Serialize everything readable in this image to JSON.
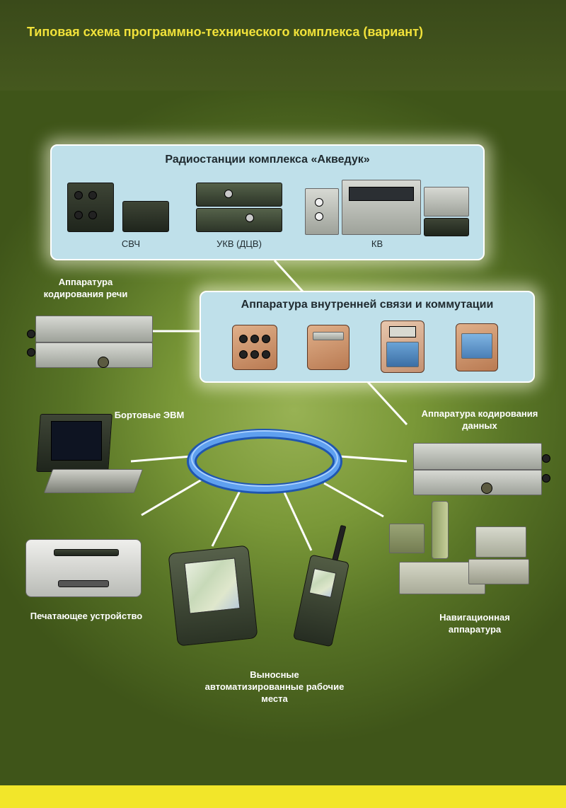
{
  "header": {
    "title": "Типовая схема программно-технического комплекса (вариант)"
  },
  "radio_panel": {
    "title": "Радиостанции комплекса «Акведук»",
    "labels": [
      "СВЧ",
      "УКВ (ДЦВ)",
      "КВ"
    ]
  },
  "intercom_panel": {
    "title": "Аппаратура внутренней связи и коммутации"
  },
  "nodes": {
    "speech_coding": "Аппаратура кодирования речи",
    "onboard_computers": "Бортовые ЭВМ",
    "data_coding": "Аппаратура кодирования данных",
    "printer": "Печатающее устройство",
    "navigation": "Навигационная аппаратура",
    "remote_workstations": "Выносные автоматизированные рабочие места"
  },
  "colors": {
    "title_yellow": "#f1e23a",
    "ring_blue": "#3f7fd6",
    "panel_blue": "#bfe0ea",
    "footer_yellow": "#f2e62a"
  }
}
